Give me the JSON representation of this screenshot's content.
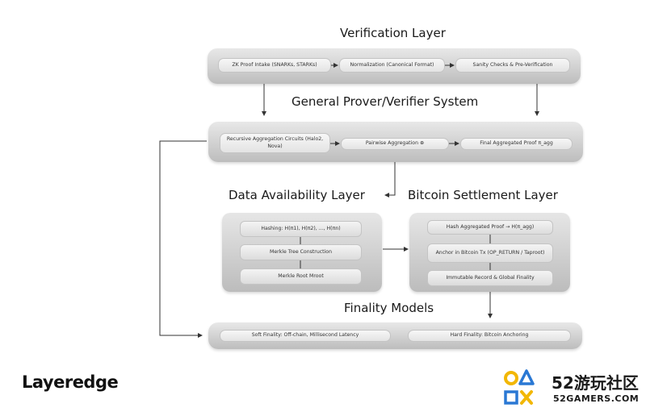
{
  "titles": {
    "verification": "Verification Layer",
    "prover": "General Prover/Verifier System",
    "data_availability": "Data Availability Layer",
    "bitcoin_settlement": "Bitcoin Settlement Layer",
    "finality": "Finality Models"
  },
  "verification_steps": [
    "ZK Proof Intake (SNARKs, STARKs)",
    "Normalization (Canonical Format)",
    "Sanity Checks & Pre-Verification"
  ],
  "prover_steps": [
    "Recursive Aggregation Circuits (Halo2, Nova)",
    "Pairwise Aggregation ⊕",
    "Final Aggregated Proof π_agg"
  ],
  "data_availability_steps": [
    "Hashing: H(π1), H(π2), ..., H(πn)",
    "Merkle Tree Construction",
    "Merkle Root Mroot"
  ],
  "bitcoin_steps": [
    "Hash Aggregated Proof → H(π_agg)",
    "Anchor in Bitcoin Tx (OP_RETURN / Taproot)",
    "Immutable Record & Global Finality"
  ],
  "finality_models": [
    "Soft Finality: Off-chain, Millisecond Latency",
    "Hard Finality: Bitcoin Anchoring"
  ],
  "logo": "Layeredge",
  "watermark": {
    "text": "52游玩社区",
    "url": "52GAMERS.COM"
  },
  "colors": {
    "band": "#c8c8c8",
    "pill": "#efefef",
    "line": "#333333",
    "watermark_yellow": "#f2b705",
    "watermark_blue": "#2a78d4"
  }
}
